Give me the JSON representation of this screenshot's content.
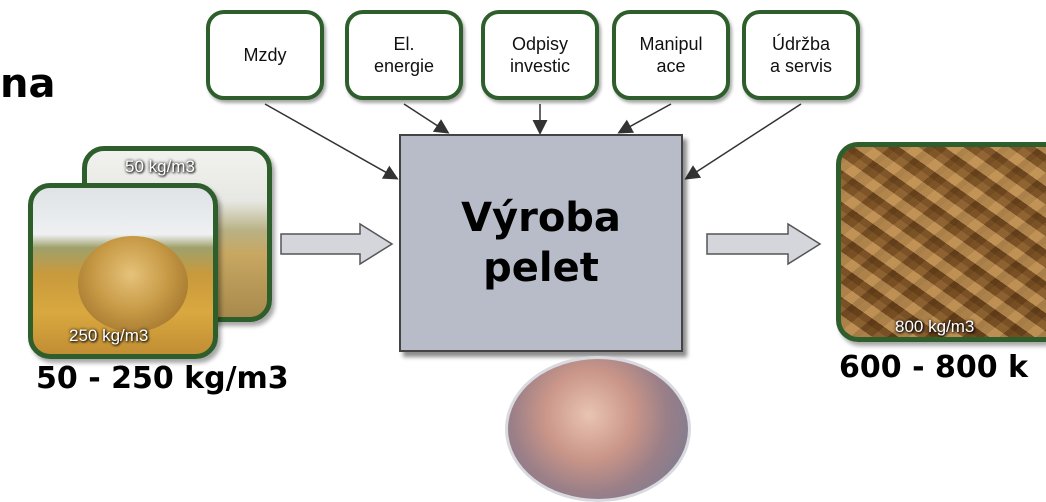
{
  "partial_heading": "na",
  "inputs": [
    {
      "label": "Mzdy"
    },
    {
      "label": "El.\nenergie"
    },
    {
      "label": "Odpisy\ninvestic"
    },
    {
      "label": "Manipul\nace"
    },
    {
      "label": "Údržba\na servis"
    }
  ],
  "process": {
    "label": "Výroba\npelet"
  },
  "raw_material": {
    "back_photo_label": "50 kg/m3",
    "front_photo_label": "250 kg/m3",
    "density_range": "50 - 250 kg/m3"
  },
  "product": {
    "photo_label": "800 kg/m3",
    "density_range": "600 - 800 k"
  },
  "colors": {
    "box_border": "#2e5e2b",
    "process_fill": "#b8bcc8"
  }
}
